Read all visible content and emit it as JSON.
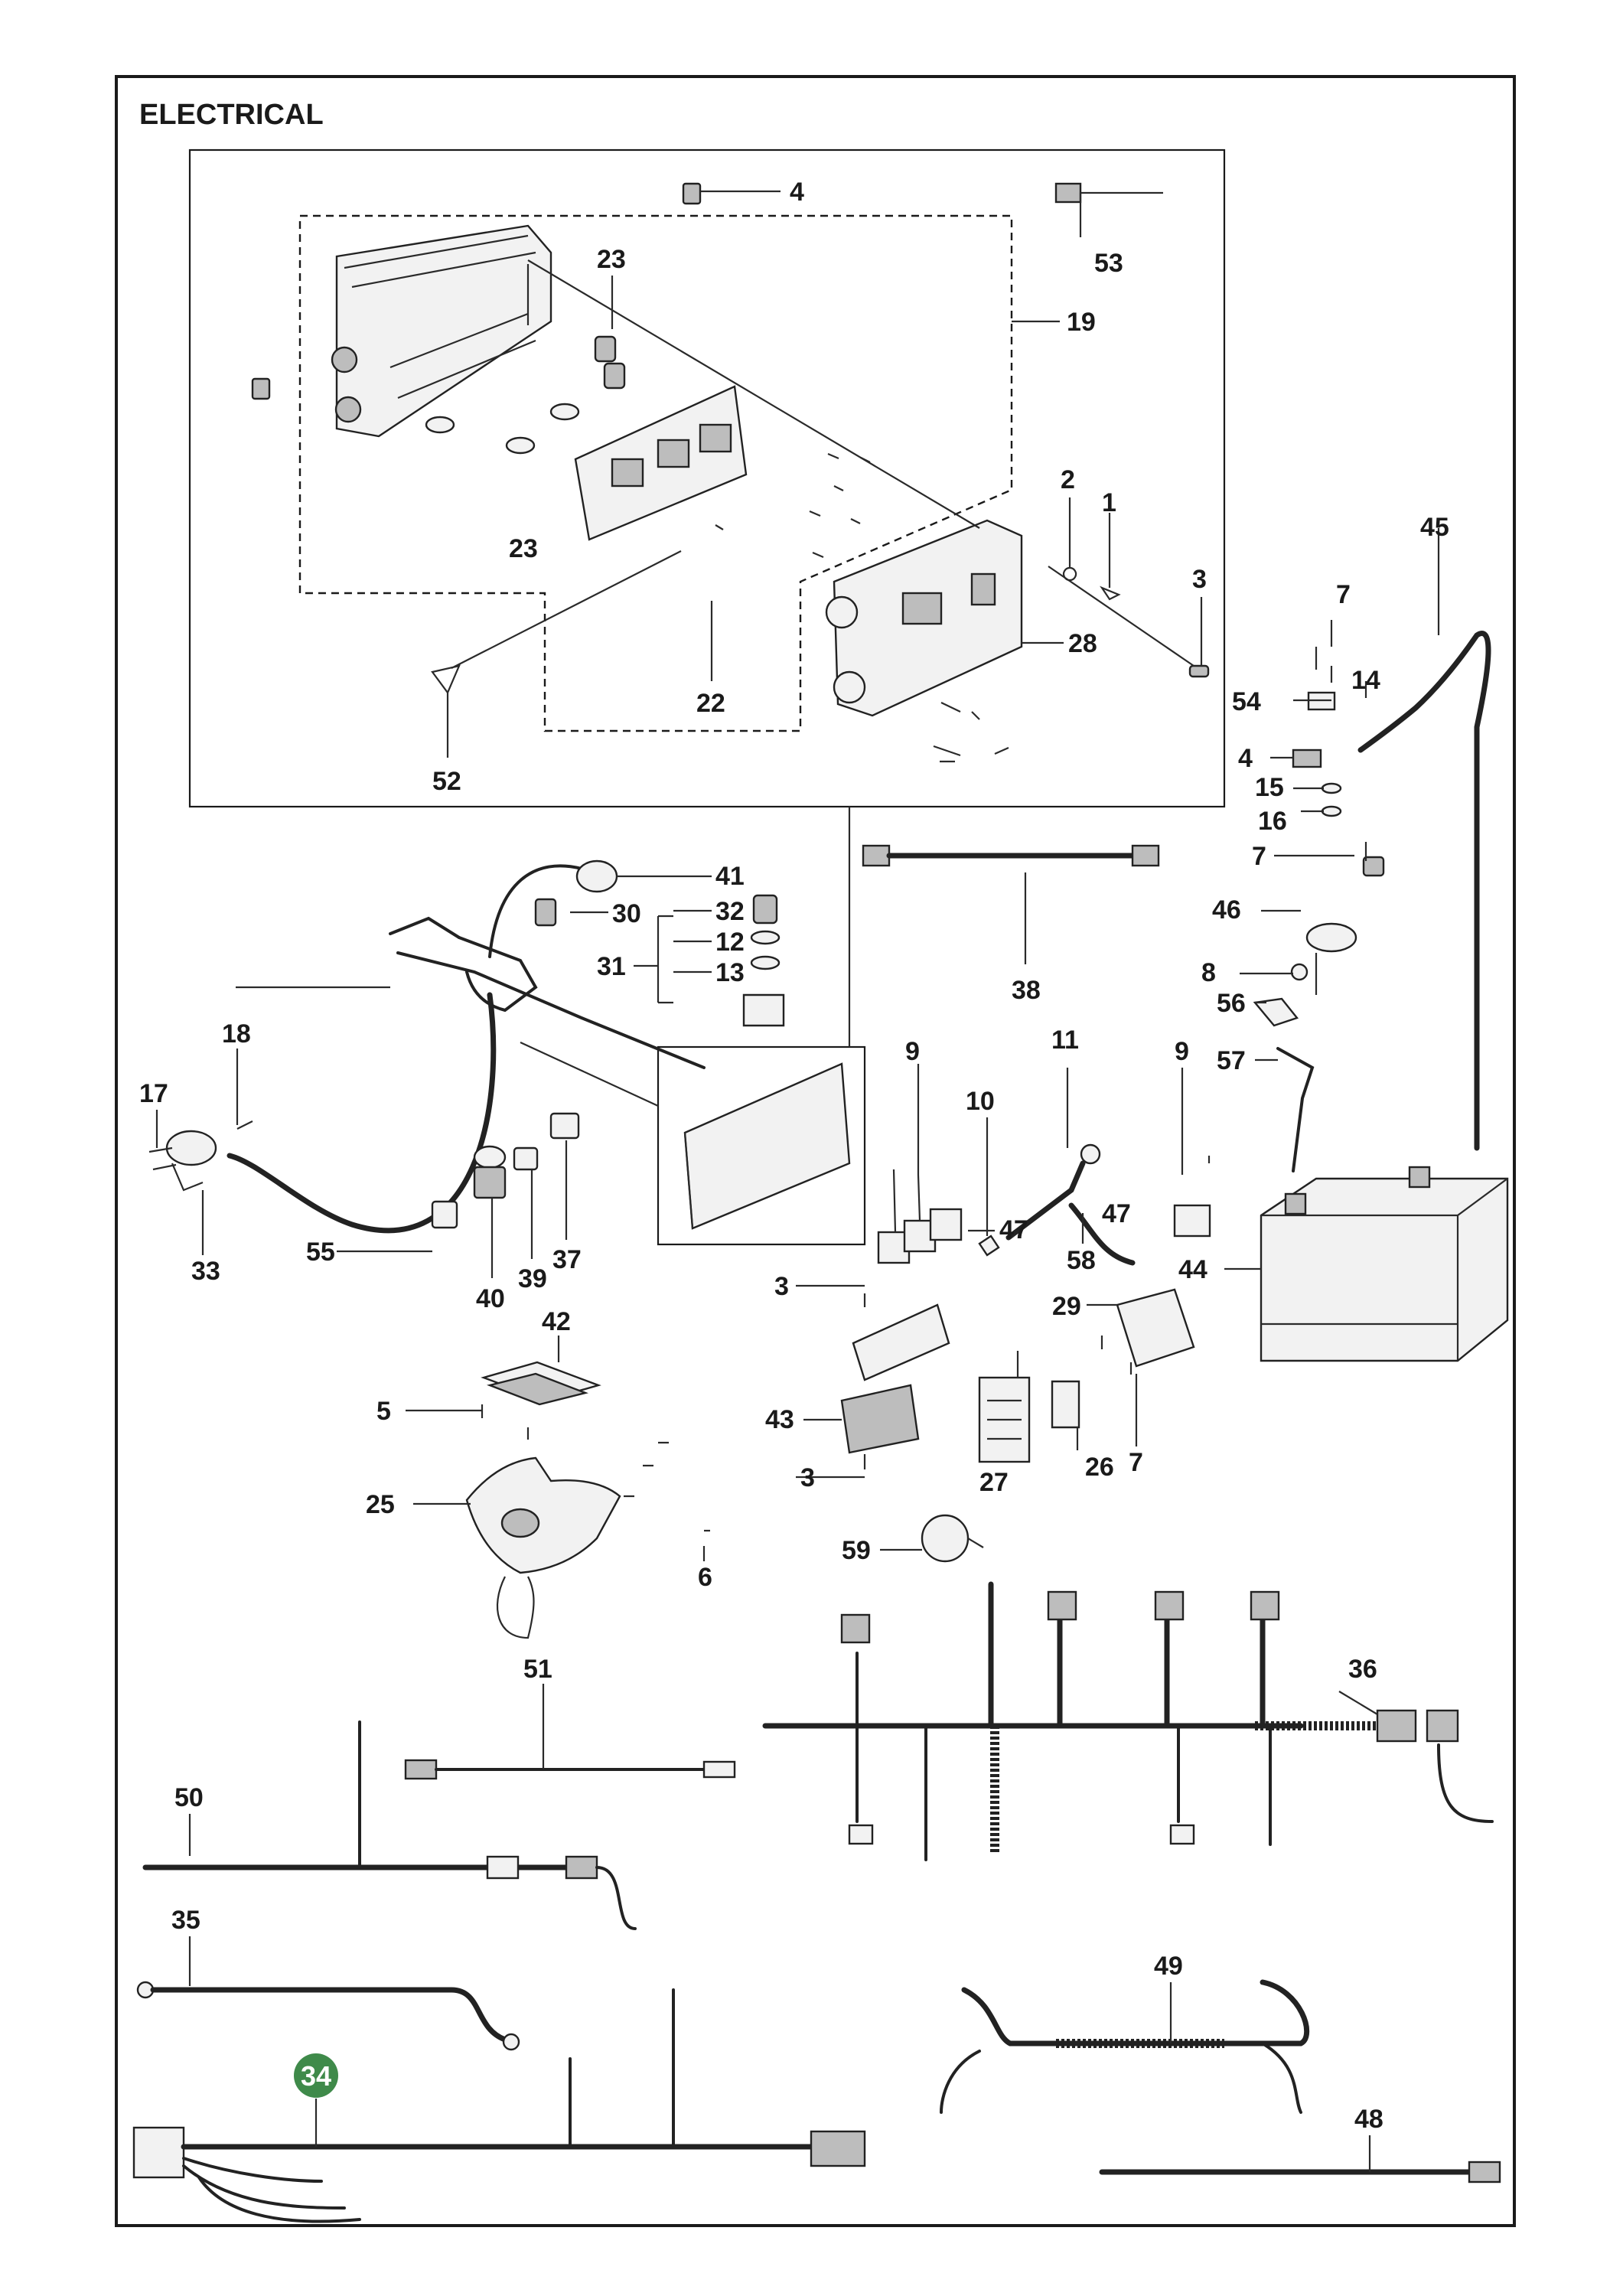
{
  "title": "ELECTRICAL",
  "highlight_color": "#3f8a4a",
  "callouts": {
    "c1": "1",
    "c2": "2",
    "c3a": "3",
    "c3b": "3",
    "c3c": "3",
    "c4a": "4",
    "c4b": "4",
    "c5": "5",
    "c6": "6",
    "c7a": "7",
    "c7b": "7",
    "c7c": "7",
    "c8": "8",
    "c9a": "9",
    "c9b": "9",
    "c10": "10",
    "c11": "11",
    "c12": "12",
    "c13": "13",
    "c14": "14",
    "c15": "15",
    "c16": "16",
    "c17": "17",
    "c18": "18",
    "c19": "19",
    "c22": "22",
    "c23a": "23",
    "c23b": "23",
    "c25": "25",
    "c26": "26",
    "c27": "27",
    "c28": "28",
    "c29": "29",
    "c30": "30",
    "c31": "31",
    "c32": "32",
    "c33": "33",
    "c34": "34",
    "c35": "35",
    "c36": "36",
    "c37": "37",
    "c38": "38",
    "c39": "39",
    "c40": "40",
    "c41": "41",
    "c42": "42",
    "c43": "43",
    "c44": "44",
    "c45": "45",
    "c46": "46",
    "c47a": "47",
    "c47b": "47",
    "c48": "48",
    "c49": "49",
    "c50": "50",
    "c51": "51",
    "c52": "52",
    "c53": "53",
    "c54": "54",
    "c55": "55",
    "c56": "56",
    "c57": "57",
    "c58": "58",
    "c59": "59"
  }
}
